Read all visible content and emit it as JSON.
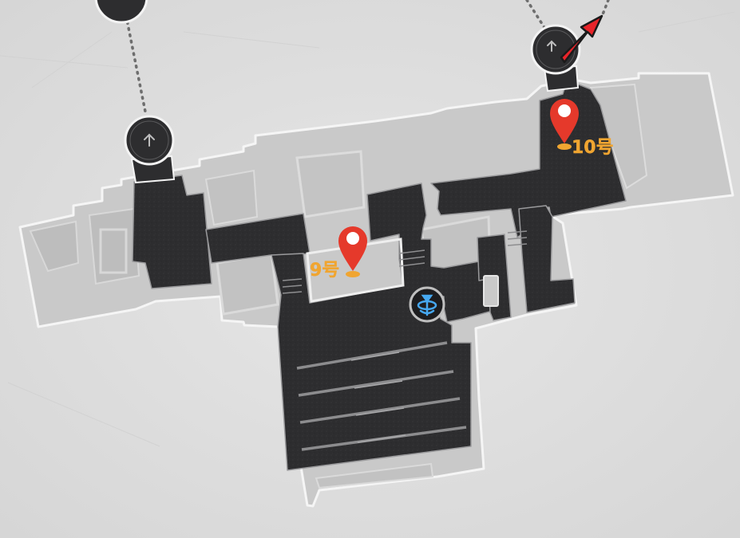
{
  "map": {
    "markers": [
      {
        "id": "9",
        "label": "9号"
      },
      {
        "id": "10",
        "label": "10号"
      }
    ],
    "icons": {
      "pin": "location-pin-icon",
      "teleport": "teleport-anchor-icon",
      "exit_arrow": "elevator-arrow-icon",
      "direction_arrow": "red-direction-arrow-icon"
    },
    "colors": {
      "background": "#e3e3e3",
      "floor_dark": "#2d2d2f",
      "floor_light": "#cacaca",
      "pin_red": "#e5392b",
      "label_orange": "#f0a531",
      "teleport_blue": "#46a8f0"
    }
  }
}
